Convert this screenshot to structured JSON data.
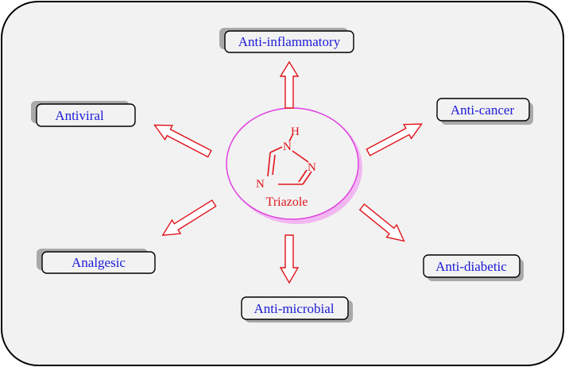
{
  "center": {
    "label": "Triazole",
    "atoms": {
      "h": "H",
      "n1": "N",
      "n2": "N",
      "n4": "N"
    }
  },
  "activities": {
    "top": "Anti-inflammatory",
    "left_upper": "Antiviral",
    "right_upper": "Anti-cancer",
    "left_lower": "Analgesic",
    "bottom": "Anti-microbial",
    "right_lower": "Anti-diabetic"
  },
  "colors": {
    "text": "#1a1ad6",
    "arrow": "#e0141a",
    "ring": "#e040e0",
    "ring_shadow": "#f0a8f0",
    "box_shadow": "#a9a9a9",
    "panel_bg": "#f2f2f2",
    "molecule": "#e0141a"
  }
}
